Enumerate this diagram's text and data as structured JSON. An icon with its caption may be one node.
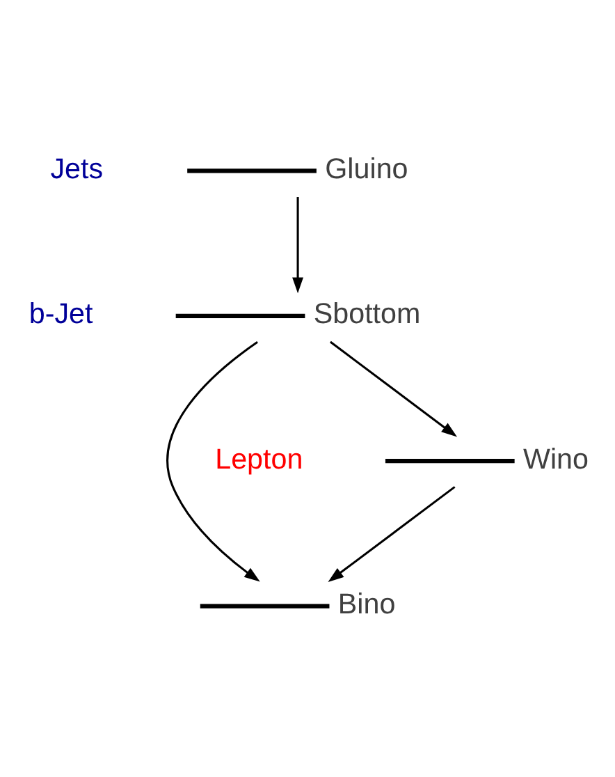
{
  "diagram": {
    "nodes": [
      {
        "text": [],
        "shape": "bar",
        "beside": [
          "Gluino"
        ]
      },
      {
        "text": [],
        "shape": "bar",
        "beside": [
          "Sbottom"
        ]
      },
      {
        "text": [],
        "shape": "bar",
        "beside": [
          "Wino"
        ]
      },
      {
        "text": [],
        "shape": "bar",
        "beside": [
          "Bino"
        ]
      }
    ],
    "edges": [
      {
        "from": 0,
        "to": 1,
        "arrow": "to"
      },
      {
        "from": 1,
        "to": 3,
        "arrow": "to"
      },
      {
        "from": 1,
        "to": 2,
        "arrow": "to"
      },
      {
        "from": 2,
        "to": 3,
        "arrow": "to"
      }
    ],
    "labels": [
      "Jets",
      "b-Jet",
      "Lepton"
    ]
  }
}
